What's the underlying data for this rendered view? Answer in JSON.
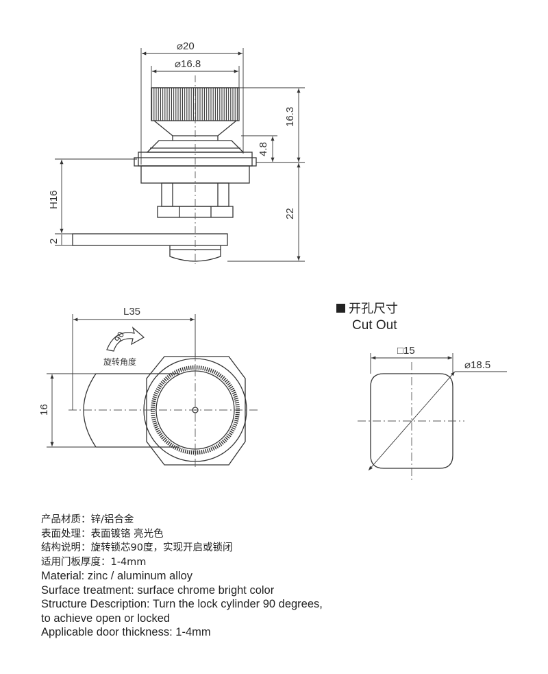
{
  "side_view": {
    "dims": {
      "outer_diameter": "⌀20",
      "knob_diameter": "⌀16.8",
      "knob_height": "16.3",
      "flange_height": "4.8",
      "body_length": "22",
      "h16": "H16",
      "cam_thickness": "2"
    }
  },
  "front_view": {
    "dims": {
      "cam_length": "L35",
      "cam_width": "16"
    },
    "rotation": {
      "angle": "90",
      "label": "旋转角度"
    }
  },
  "cutout": {
    "heading_cn": "开孔尺寸",
    "heading_en": "Cut Out",
    "square": "□15",
    "diameter": "⌀18.5"
  },
  "specs": {
    "lines": [
      {
        "text": "产品材质：锌/铝合金",
        "lang": "cn"
      },
      {
        "text": "表面处理：表面镀铬 亮光色",
        "lang": "cn"
      },
      {
        "text": "结构说明：旋转锁芯90度，实现开启或锁闭",
        "lang": "cn"
      },
      {
        "text": "适用门板厚度：1-4mm",
        "lang": "cn"
      },
      {
        "text": "Material: zinc / aluminum alloy",
        "lang": "en"
      },
      {
        "text": "Surface treatment: surface chrome bright color",
        "lang": "en"
      },
      {
        "text": "Structure Description: Turn the lock cylinder 90 degrees,",
        "lang": "en"
      },
      {
        "text": "to achieve open or locked",
        "lang": "en"
      },
      {
        "text": "Applicable door thickness: 1-4mm",
        "lang": "en"
      }
    ]
  },
  "colors": {
    "line": "#333333",
    "dash": "#555555"
  }
}
